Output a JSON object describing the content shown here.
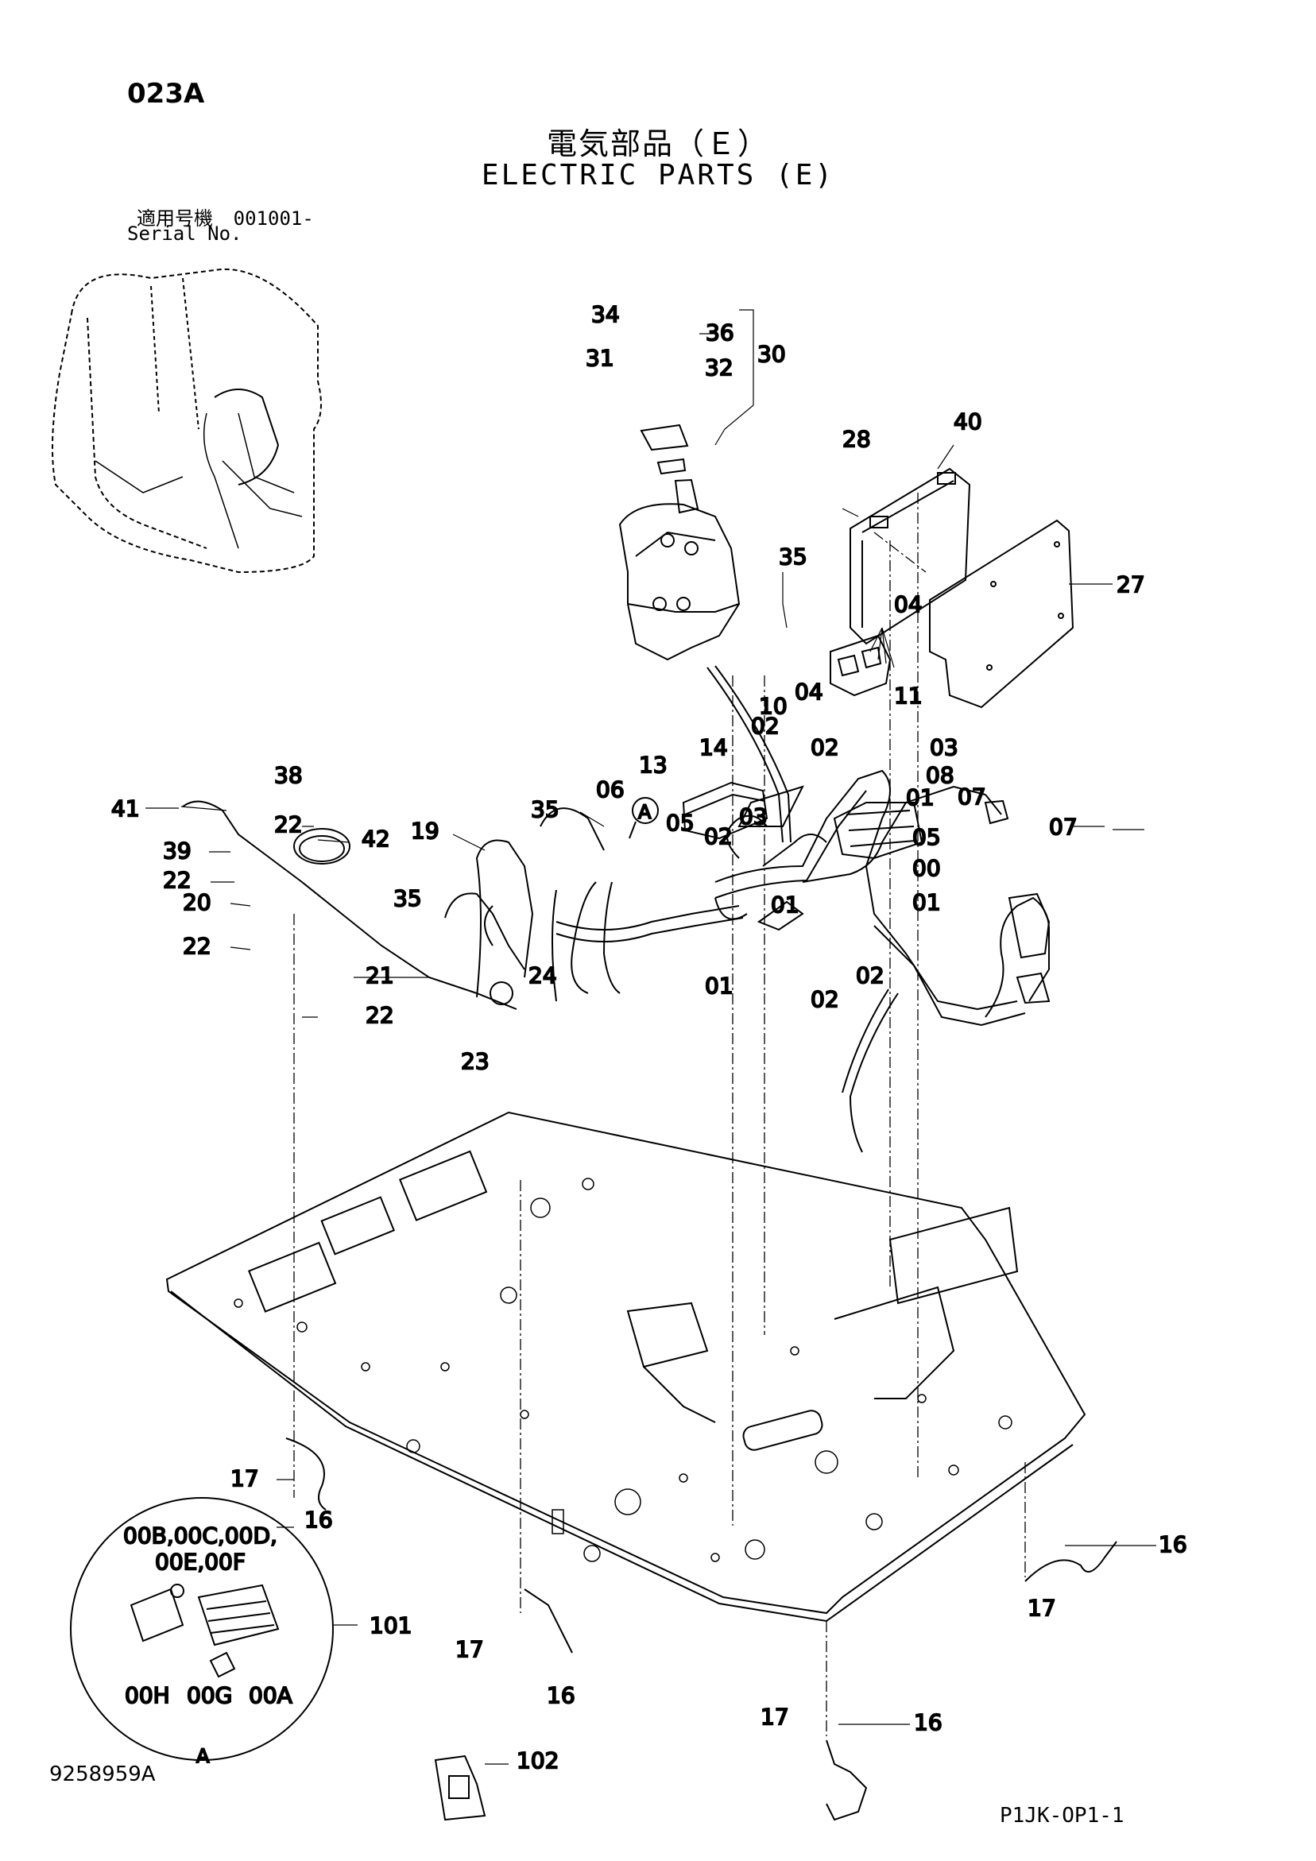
{
  "header": {
    "page_code": "023A",
    "title_jp": "電気部品（Ｅ）",
    "title_en": "ELECTRIC PARTS (E)",
    "serial_label_jp": "適用号機",
    "serial_value": "001001-",
    "serial_label_en": "Serial No."
  },
  "footer": {
    "document_number": "9258959A",
    "sheet_id": "P1JK-OP1-1"
  },
  "detail_callout": {
    "marker": "A",
    "bottom_label": "A",
    "group_label": "101",
    "sub_parts_line1": "00B,00C,00D,",
    "sub_parts_line2": "00E,00F",
    "parts": [
      "00H",
      "00G",
      "00A"
    ]
  },
  "part_labels": {
    "p34": "34",
    "p36": "36",
    "p30": "30",
    "p31": "31",
    "p32": "32",
    "p28": "28",
    "p40": "40",
    "p35a": "35",
    "p27": "27",
    "p04a": "04",
    "p04b": "04",
    "p10": "10",
    "p11": "11",
    "p02a": "02",
    "p14": "14",
    "p13": "13",
    "p02b": "02",
    "p03a": "03",
    "p08": "08",
    "p01a": "01",
    "p07a": "07",
    "p07b": "07",
    "p38": "38",
    "p41": "41",
    "p22a": "22",
    "p39": "39",
    "p42": "42",
    "p22b": "22",
    "p20": "20",
    "p22c": "22",
    "p19": "19",
    "p35b": "35",
    "p06": "06",
    "p05a": "05",
    "p02c": "02",
    "p03b": "03",
    "p05b": "05",
    "p00": "00",
    "p01b": "01",
    "p35c": "35",
    "p01c": "01",
    "p01d": "01",
    "p02d": "02",
    "p02e": "02",
    "p21": "21",
    "p24": "24",
    "p22d": "22",
    "p23": "23",
    "p17a": "17",
    "p16a": "16",
    "p16b": "16",
    "p17b": "17",
    "p17c": "17",
    "p16c": "16",
    "p17d": "17",
    "p16d": "16",
    "p102": "102"
  }
}
